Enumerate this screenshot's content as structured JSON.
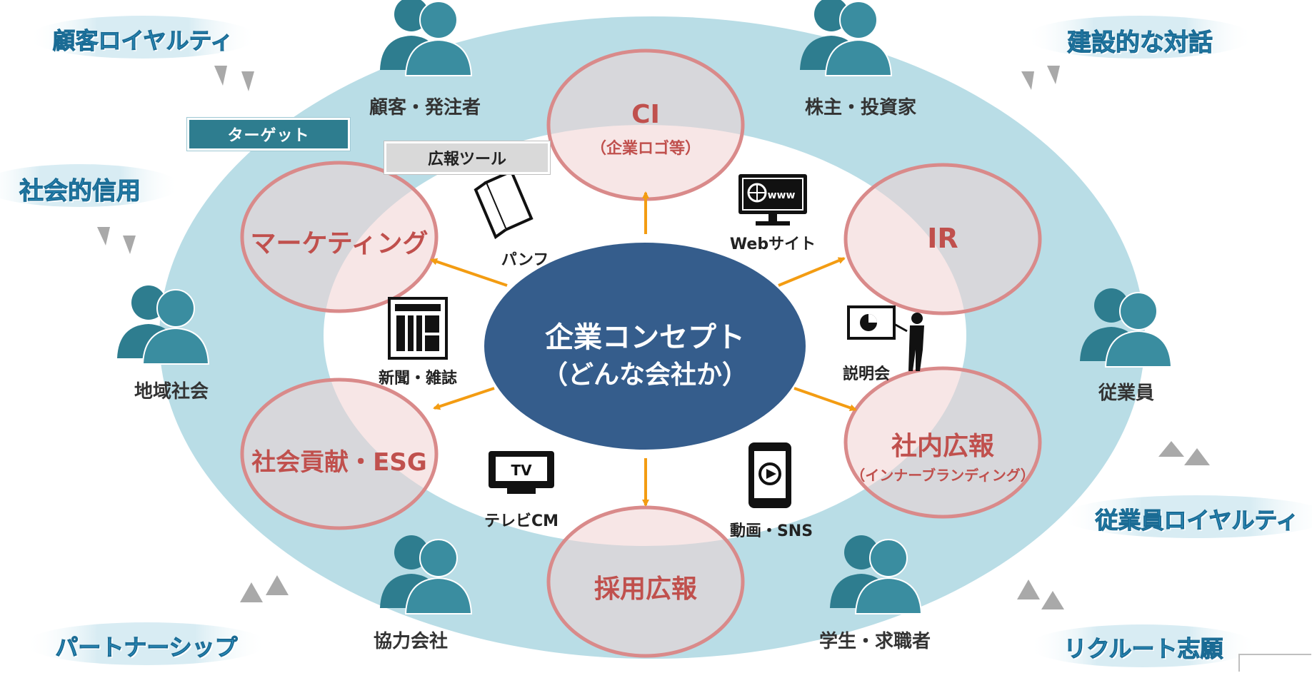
{
  "center": {
    "line1": "企業コンセプト",
    "line2": "（どんな会社か）"
  },
  "functions": {
    "ci": {
      "title": "CI",
      "sub": "（企業ロゴ等）"
    },
    "ir": {
      "title": "IR"
    },
    "internal": {
      "title": "社内広報",
      "sub": "（インナーブランディング）"
    },
    "recruit": {
      "title": "採用広報"
    },
    "social": {
      "title": "社会貢献・ESG"
    },
    "marketing": {
      "title": "マーケティング"
    }
  },
  "tools": {
    "pamphlet": "パンフ",
    "web": "Webサイト",
    "briefing": "説明会",
    "video": "動画・SNS",
    "tv": "テレビCM",
    "news": "新聞・雑誌"
  },
  "targets": {
    "customer": "顧客・発注者",
    "shareholder": "株主・投資家",
    "employee": "従業員",
    "student": "学生・求職者",
    "partner": "協力会社",
    "community": "地域社会"
  },
  "outcomes": {
    "loyalty": "顧客ロイヤルティ",
    "dialogue": "建設的な対話",
    "trust": "社会的信用",
    "employee_loyalty": "従業員ロイヤルティ",
    "partnership": "パートナーシップ",
    "recruit_aspiration": "リクルート志願"
  },
  "labels": {
    "target_tag": "ターゲット",
    "tool_tag": "広報ツール"
  },
  "colors": {
    "outer_ring": "#b9dde6",
    "center_fill": "#355d8c",
    "function_text": "#c0504d",
    "function_ring": "#d98a8a",
    "arrow": "#f39c12",
    "person": "#2e7d8f",
    "outcome_text": "#2e9fd0"
  }
}
